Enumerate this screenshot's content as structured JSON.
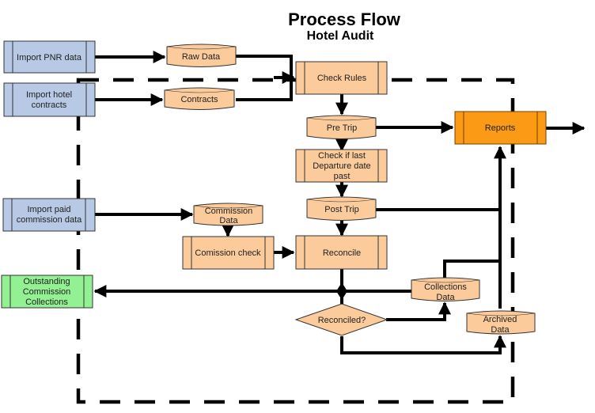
{
  "title": "Process Flow",
  "subtitle": "Hotel Audit",
  "colors": {
    "import": "#b7c9e5",
    "process": "#fbcb9c",
    "output": "#fb9b15",
    "outstanding": "#93f093",
    "line": "#000000"
  },
  "nodes": {
    "import_pnr": [
      "Import PNR data"
    ],
    "import_hotel": [
      "Import hotel",
      "contracts"
    ],
    "import_paid": [
      "Import paid",
      "commission data"
    ],
    "outstanding": [
      "Outstanding",
      "Commission",
      "Collections"
    ],
    "raw_data": [
      "Raw Data"
    ],
    "contracts": [
      "Contracts"
    ],
    "check_rules": [
      "Check Rules"
    ],
    "pre_trip": [
      "Pre Trip"
    ],
    "check_departure": [
      "Check if last",
      "Departure date",
      "past"
    ],
    "post_trip": [
      "Post Trip"
    ],
    "commission_data": [
      "Commission",
      "Data"
    ],
    "commission_check": [
      "Comission check"
    ],
    "reconcile": [
      "Reconcile"
    ],
    "reconciled": [
      "Reconciled?"
    ],
    "collections_data": [
      "Collections",
      "Data"
    ],
    "archived_data": [
      "Archived",
      "Data"
    ],
    "reports": [
      "Reports"
    ]
  }
}
